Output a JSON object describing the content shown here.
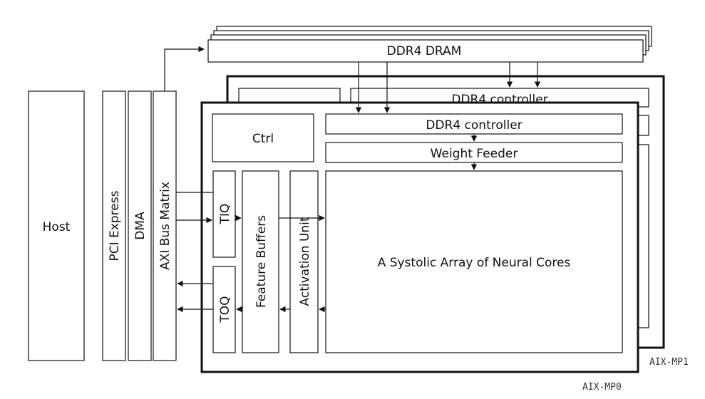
{
  "diagram": {
    "host": "Host",
    "pci_express": "PCI Express",
    "dma": "DMA",
    "axi_bus_matrix": "AXI Bus Matrix",
    "ddr4_dram": "DDR4 DRAM",
    "ddr4_controller": "DDR4 controller",
    "ddr4_controller_back": "DDR4 controller",
    "ctrl": "Ctrl",
    "weight_feeder": "Weight Feeder",
    "tiq": "TIQ",
    "toq": "TOQ",
    "feature_buffers": "Feature Buffers",
    "activation_unit": "Activation Unit",
    "systolic_array": "A Systolic Array of Neural Cores",
    "chip_back_label": "AIX-MP1",
    "chip_front_label": "AIX-MP0"
  }
}
